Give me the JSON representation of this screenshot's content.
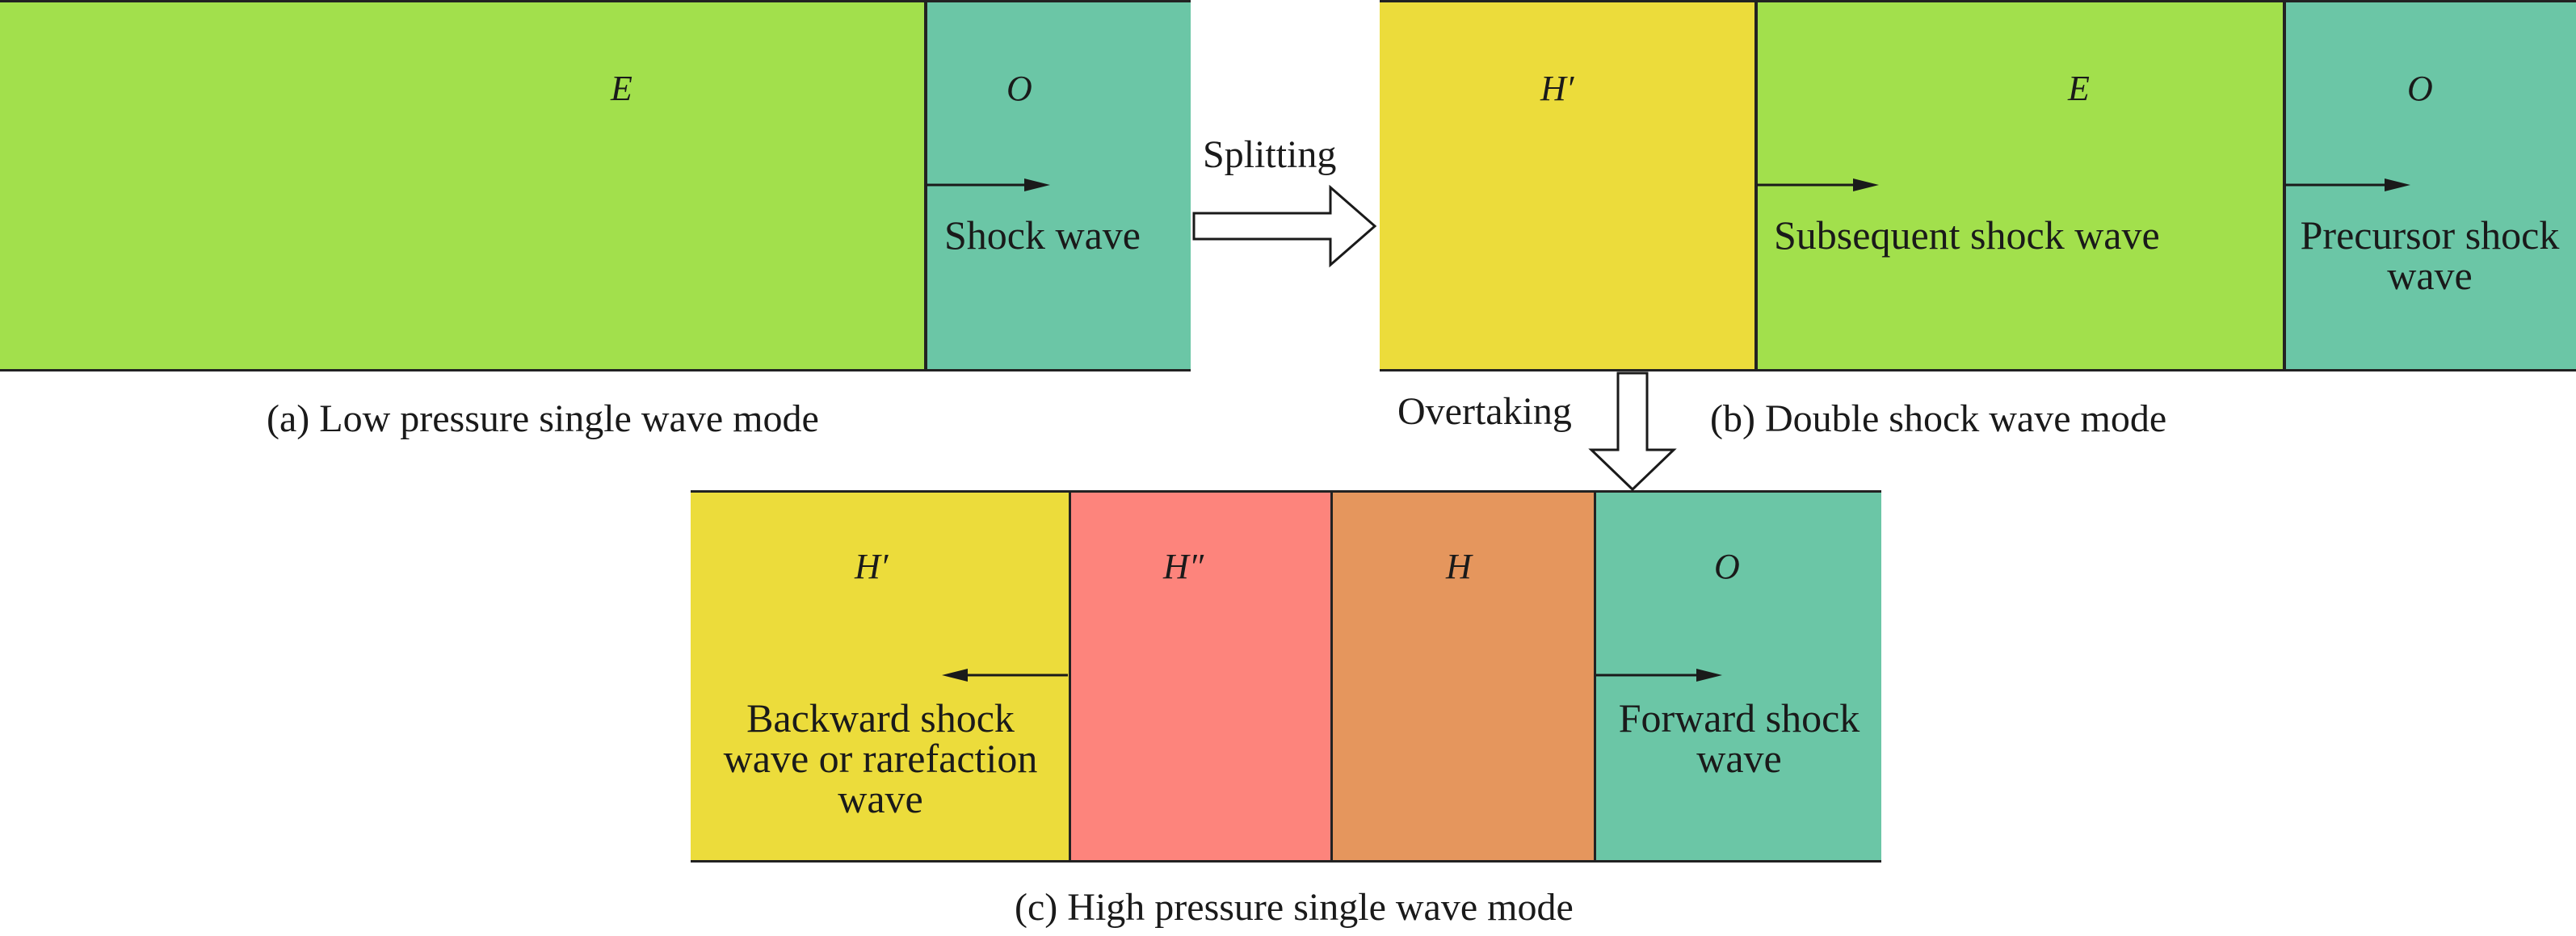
{
  "colors": {
    "E": "#a2e04c",
    "O": "#6bc6a6",
    "H_prime": "#ecdc3b",
    "H_double_prime": "#fd847c",
    "H": "#e5965d",
    "line": "#222222",
    "arrow": "#1a1a1a"
  },
  "panel_a": {
    "caption": "(a) Low pressure single wave mode",
    "regions": [
      {
        "id": "E",
        "label": "E"
      },
      {
        "id": "O",
        "label": "O",
        "wave_text": [
          "Shock wave"
        ]
      }
    ]
  },
  "panel_b": {
    "caption": "(b) Double shock wave mode",
    "regions": [
      {
        "id": "H_prime",
        "label": "H′"
      },
      {
        "id": "E",
        "label": "E",
        "wave_text": [
          "Subsequent shock wave"
        ]
      },
      {
        "id": "O",
        "label": "O",
        "wave_text": [
          "Precursor shock",
          "wave"
        ]
      }
    ]
  },
  "panel_c": {
    "caption": "(c) High pressure single wave mode",
    "regions": [
      {
        "id": "H_prime",
        "label": "H′",
        "wave_text": [
          "Backward shock",
          "wave or rarefaction",
          "wave"
        ]
      },
      {
        "id": "H_double_prime",
        "label": "H″"
      },
      {
        "id": "H",
        "label": "H"
      },
      {
        "id": "O",
        "label": "O",
        "wave_text": [
          "Forward shock",
          "wave"
        ]
      }
    ]
  },
  "transitions": {
    "splitting": "Splitting",
    "overtaking": "Overtaking"
  }
}
